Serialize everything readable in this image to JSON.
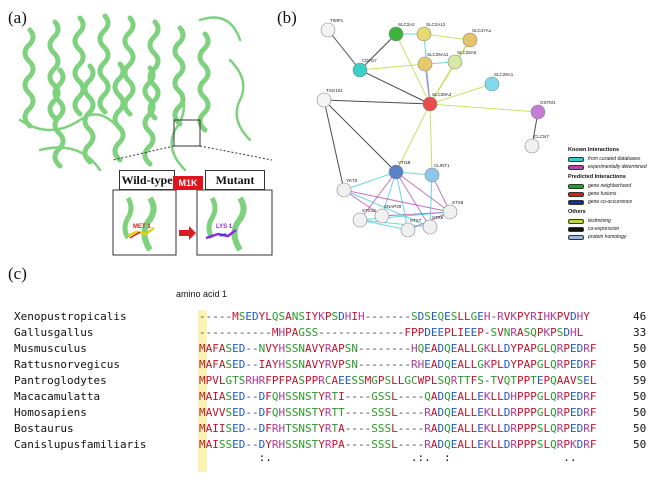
{
  "panel_labels": {
    "a": "(a)",
    "b": "(b)",
    "c": "(c)"
  },
  "panel_a": {
    "wild_type_label": "Wild-type",
    "mutant_label": "Mutant",
    "mutation_badge": "M1K",
    "wt_residue": "MET 1",
    "mut_residue": "LYS 1",
    "colors": {
      "ribbon": "#7ed27e",
      "badge": "#e0141e",
      "arrow": "#d32020"
    }
  },
  "panel_b": {
    "nodes": [
      {
        "id": "TIMP1",
        "color": "#f3f3f3"
      },
      {
        "id": "SLC2A2",
        "color": "#3cb43c"
      },
      {
        "id": "SLC2A12",
        "color": "#e8d870"
      },
      {
        "id": "SLC47A1",
        "color": "#e6c26a"
      },
      {
        "id": "SLC26A5",
        "color": "#d6e8a4"
      },
      {
        "id": "SLC26A11",
        "color": "#e8c96a"
      },
      {
        "id": "CDH17",
        "color": "#3ad0c8"
      },
      {
        "id": "SLC28A1",
        "color": "#7fd9ec"
      },
      {
        "id": "SLC39A3",
        "color": "#e84c4c"
      },
      {
        "id": "TSG101",
        "color": "#f5f5f5"
      },
      {
        "id": "OSTM1",
        "color": "#c47cd6"
      },
      {
        "id": "CLCN7",
        "color": "#f0f0f0"
      },
      {
        "id": "VTI1B",
        "color": "#5b82c8"
      },
      {
        "id": "CLINT1",
        "color": "#8ec7ea"
      },
      {
        "id": "STX8",
        "color": "#f0f0f0"
      },
      {
        "id": "STX6",
        "color": "#f0f0f0"
      },
      {
        "id": "STX7",
        "color": "#f0f0f0"
      },
      {
        "id": "SNAP29",
        "color": "#f0f0f0"
      },
      {
        "id": "STX12",
        "color": "#f0f0f0"
      },
      {
        "id": "YKT6",
        "color": "#f0f0f0"
      }
    ],
    "legend": {
      "known_title": "Known Interactions",
      "known": [
        {
          "label": "from curated databases",
          "color": "#38c9d8"
        },
        {
          "label": "experimentally determined",
          "color": "#b246b0"
        }
      ],
      "predicted_title": "Predicted Interactions",
      "predicted": [
        {
          "label": "gene neighborhood",
          "color": "#2a9a2a"
        },
        {
          "label": "gene fusions",
          "color": "#d32020"
        },
        {
          "label": "gene co-occurrence",
          "color": "#1c28a8"
        }
      ],
      "others_title": "Others",
      "others": [
        {
          "label": "textmining",
          "color": "#b8d83a"
        },
        {
          "label": "co-expression",
          "color": "#111111"
        },
        {
          "label": "protein homology",
          "color": "#98b8e8"
        }
      ]
    }
  },
  "panel_c": {
    "header": "amino acid 1",
    "rows": [
      {
        "species": "Xenopustropicalis",
        "seq": "-----MSEDYLQSANSIYKPSDHIH-------SDSEQESLLGEH-RVKPYRIHKPVDHY",
        "num": "46"
      },
      {
        "species": "Gallusgallus",
        "seq": "-----------MHPAGSS-------------FPPDEEPLIEEP-SVNRASQPKPSDHL",
        "num": "33"
      },
      {
        "species": "Musmusculus",
        "seq": "MAFASED--NVYHSSNAVYRAPSN--------HQEADQEALLGKLLDYPAPGLQRPEDRF",
        "num": "50"
      },
      {
        "species": "Rattusnorvegicus",
        "seq": "MAFASED--IAYHSSNAVYRVPSN--------RHEADQEALLGKPLDYPAPGLQRPEDRF",
        "num": "50"
      },
      {
        "species": "Pantroglodytes",
        "seq": "MPVLGTSRHRFPFPASPPRCAEESSMGPSLLGCWPLSQRTTFS-TVQTPPTEPQAAVSEL",
        "num": "59"
      },
      {
        "species": "Macacamulatta",
        "seq": "MAIASED--DFQHSSNSTYRTI----GSSL----QADQEALLEKLLDHPPPGLQRPEDRF",
        "num": "50"
      },
      {
        "species": "Homosapiens",
        "seq": "MAVVSED--DFQHSSNSTYRTT----SSSL----RADQEALLEKLLDRPPPGLQRPEDRF",
        "num": "50"
      },
      {
        "species": "Bostaurus",
        "seq": "MAIISED--DFRHTSNSTYRTA----SSSL----RADQEALLEKLLDRPPPSLQRPEDRF",
        "num": "50"
      },
      {
        "species": "Canislupusfamiliaris",
        "seq": "MAISSED--DYRHSSNSTYRPA----SSSL----RADQEALLEKLLDRPPPSLQRPKDRF",
        "num": "50"
      }
    ],
    "conservation": "         :.                     .:.  :                 .."
  }
}
